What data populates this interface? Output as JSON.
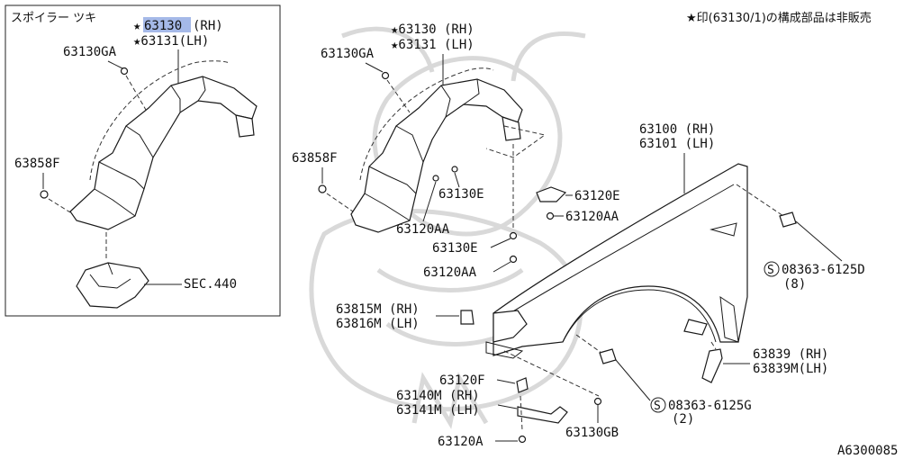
{
  "inset": {
    "title": "スポイラー ツキ",
    "callout_highlight_number": "63130",
    "callout_rh_suffix": "(RH)",
    "callout_lh": "★63131(LH)",
    "callout_star": "★",
    "part_63130GA": "63130GA",
    "part_63858F": "63858F",
    "part_sec440": "SEC.440"
  },
  "main": {
    "callout_rh": "★63130 (RH)",
    "callout_lh": "★63131 (LH)",
    "part_63130GA": "63130GA",
    "part_63858F": "63858F",
    "part_63130E_a": "63130E",
    "part_63120AA_a": "63120AA",
    "part_63130E_b": "63130E",
    "part_63120AA_b": "63120AA",
    "part_63120E": "63120E",
    "part_63120AA_c": "63120AA",
    "fender_rh": "63100 (RH)",
    "fender_lh": "63101 (LH)",
    "bolt_d_code": "08363-6125D",
    "bolt_d_qty": "(8)",
    "bolt_g_code": "08363-6125G",
    "bolt_g_qty": "(2)",
    "s_mark": "S",
    "part_63815M": "63815M (RH)",
    "part_63816M": "63816M (LH)",
    "part_63839": "63839 (RH)",
    "part_63839M": "63839M(LH)",
    "part_63120F": "63120F",
    "part_63140M": "63140M (RH)",
    "part_63141M": "63141M (LH)",
    "part_63130GB": "63130GB",
    "part_63120A": "63120A"
  },
  "note": "★印(63130/1)の構成部品は非販売",
  "figure_code": "A6300085",
  "colors": {
    "highlight": "#5b7fd6",
    "line": "#222222",
    "watermark": "#d9d9d9"
  }
}
